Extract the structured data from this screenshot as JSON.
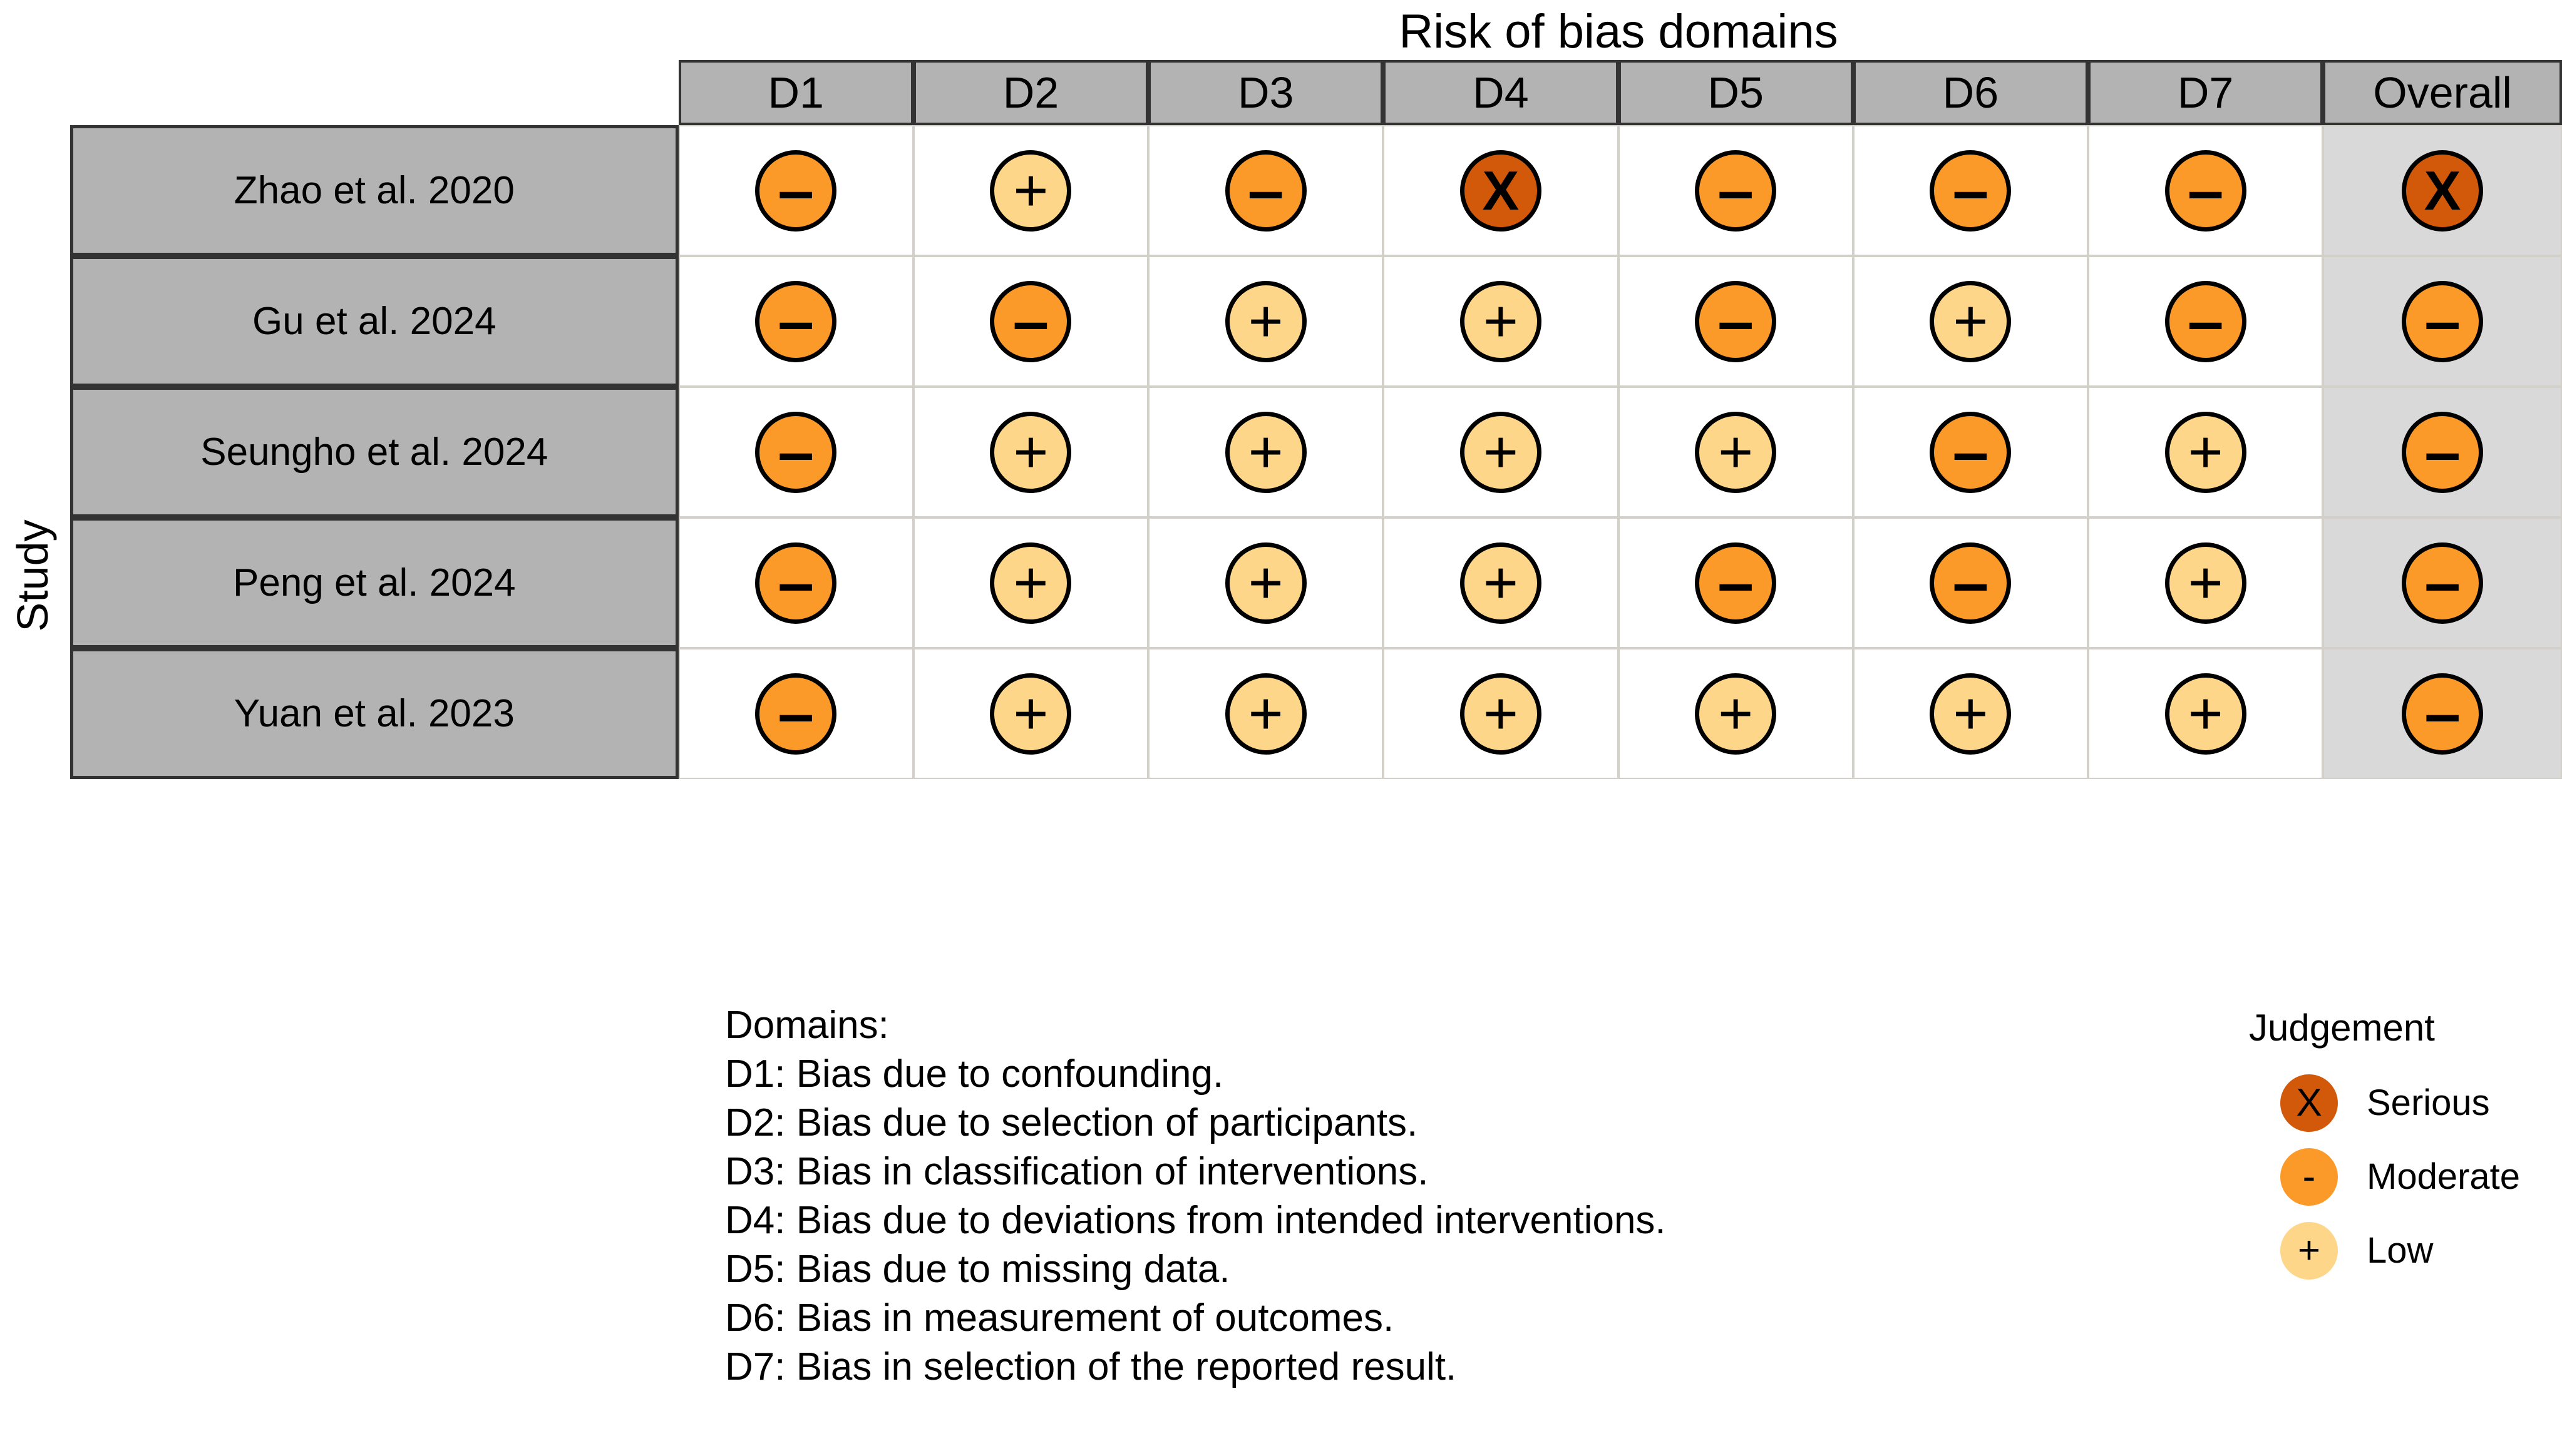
{
  "chart_data": {
    "type": "table",
    "title": "Risk of bias domains",
    "ylabel": "Study",
    "columns": [
      "D1",
      "D2",
      "D3",
      "D4",
      "D5",
      "D6",
      "D7",
      "Overall"
    ],
    "rows": [
      {
        "study": "Zhao et al. 2020",
        "judgements": [
          "moderate",
          "low",
          "moderate",
          "serious",
          "moderate",
          "moderate",
          "moderate",
          "serious"
        ]
      },
      {
        "study": "Gu et al. 2024",
        "judgements": [
          "moderate",
          "moderate",
          "low",
          "low",
          "moderate",
          "low",
          "moderate",
          "moderate"
        ]
      },
      {
        "study": "Seungho et al. 2024",
        "judgements": [
          "moderate",
          "low",
          "low",
          "low",
          "low",
          "moderate",
          "low",
          "moderate"
        ]
      },
      {
        "study": "Peng et al. 2024",
        "judgements": [
          "moderate",
          "low",
          "low",
          "low",
          "moderate",
          "moderate",
          "low",
          "moderate"
        ]
      },
      {
        "study": "Yuan et al. 2023",
        "judgements": [
          "moderate",
          "low",
          "low",
          "low",
          "low",
          "low",
          "low",
          "moderate"
        ]
      }
    ],
    "judgement_levels": [
      {
        "key": "serious",
        "label": "Serious",
        "glyph": "X",
        "color": "#d2590a"
      },
      {
        "key": "moderate",
        "label": "Moderate",
        "glyph": "-",
        "color": "#fb9a29"
      },
      {
        "key": "low",
        "label": "Low",
        "glyph": "+",
        "color": "#fdd68a"
      }
    ],
    "domain_definitions": [
      "Domains:",
      "D1: Bias due to confounding.",
      "D2: Bias due to selection of participants.",
      "D3: Bias in classification of interventions.",
      "D4: Bias due to deviations from intended interventions.",
      "D5: Bias due to missing data.",
      "D6: Bias in measurement of outcomes.",
      "D7: Bias in selection of the reported result."
    ],
    "legend_title": "Judgement",
    "colors": {
      "serious": "#d2590a",
      "moderate": "#fb9a29",
      "low": "#fdd68a",
      "header_gray": "#b3b3b3",
      "overall_gray": "#d9d9d9",
      "grid": "#d3cfc9",
      "border": "#333333"
    }
  },
  "title": "Risk of bias domains",
  "y_axis_label": "Study",
  "header": {
    "d1": "D1",
    "d2": "D2",
    "d3": "D3",
    "d4": "D4",
    "d5": "D5",
    "d6": "D6",
    "d7": "D7",
    "overall": "Overall"
  },
  "studies": [
    "Zhao et al. 2020",
    "Gu et al. 2024",
    "Seungho et al. 2024",
    "Peng et al. 2024",
    "Yuan et al. 2023"
  ],
  "domains_caption": {
    "heading": "Domains:",
    "d1": "D1: Bias due to confounding.",
    "d2": "D2: Bias due to selection of participants.",
    "d3": "D3: Bias in classification of interventions.",
    "d4": "D4: Bias due to deviations from intended interventions.",
    "d5": "D5: Bias due to missing data.",
    "d6": "D6: Bias in measurement of outcomes.",
    "d7": "D7: Bias in selection of the reported result."
  },
  "legend": {
    "title": "Judgement",
    "items": [
      {
        "glyph": "X",
        "label": "Serious"
      },
      {
        "glyph": "-",
        "label": "Moderate"
      },
      {
        "glyph": "+",
        "label": "Low"
      }
    ]
  }
}
